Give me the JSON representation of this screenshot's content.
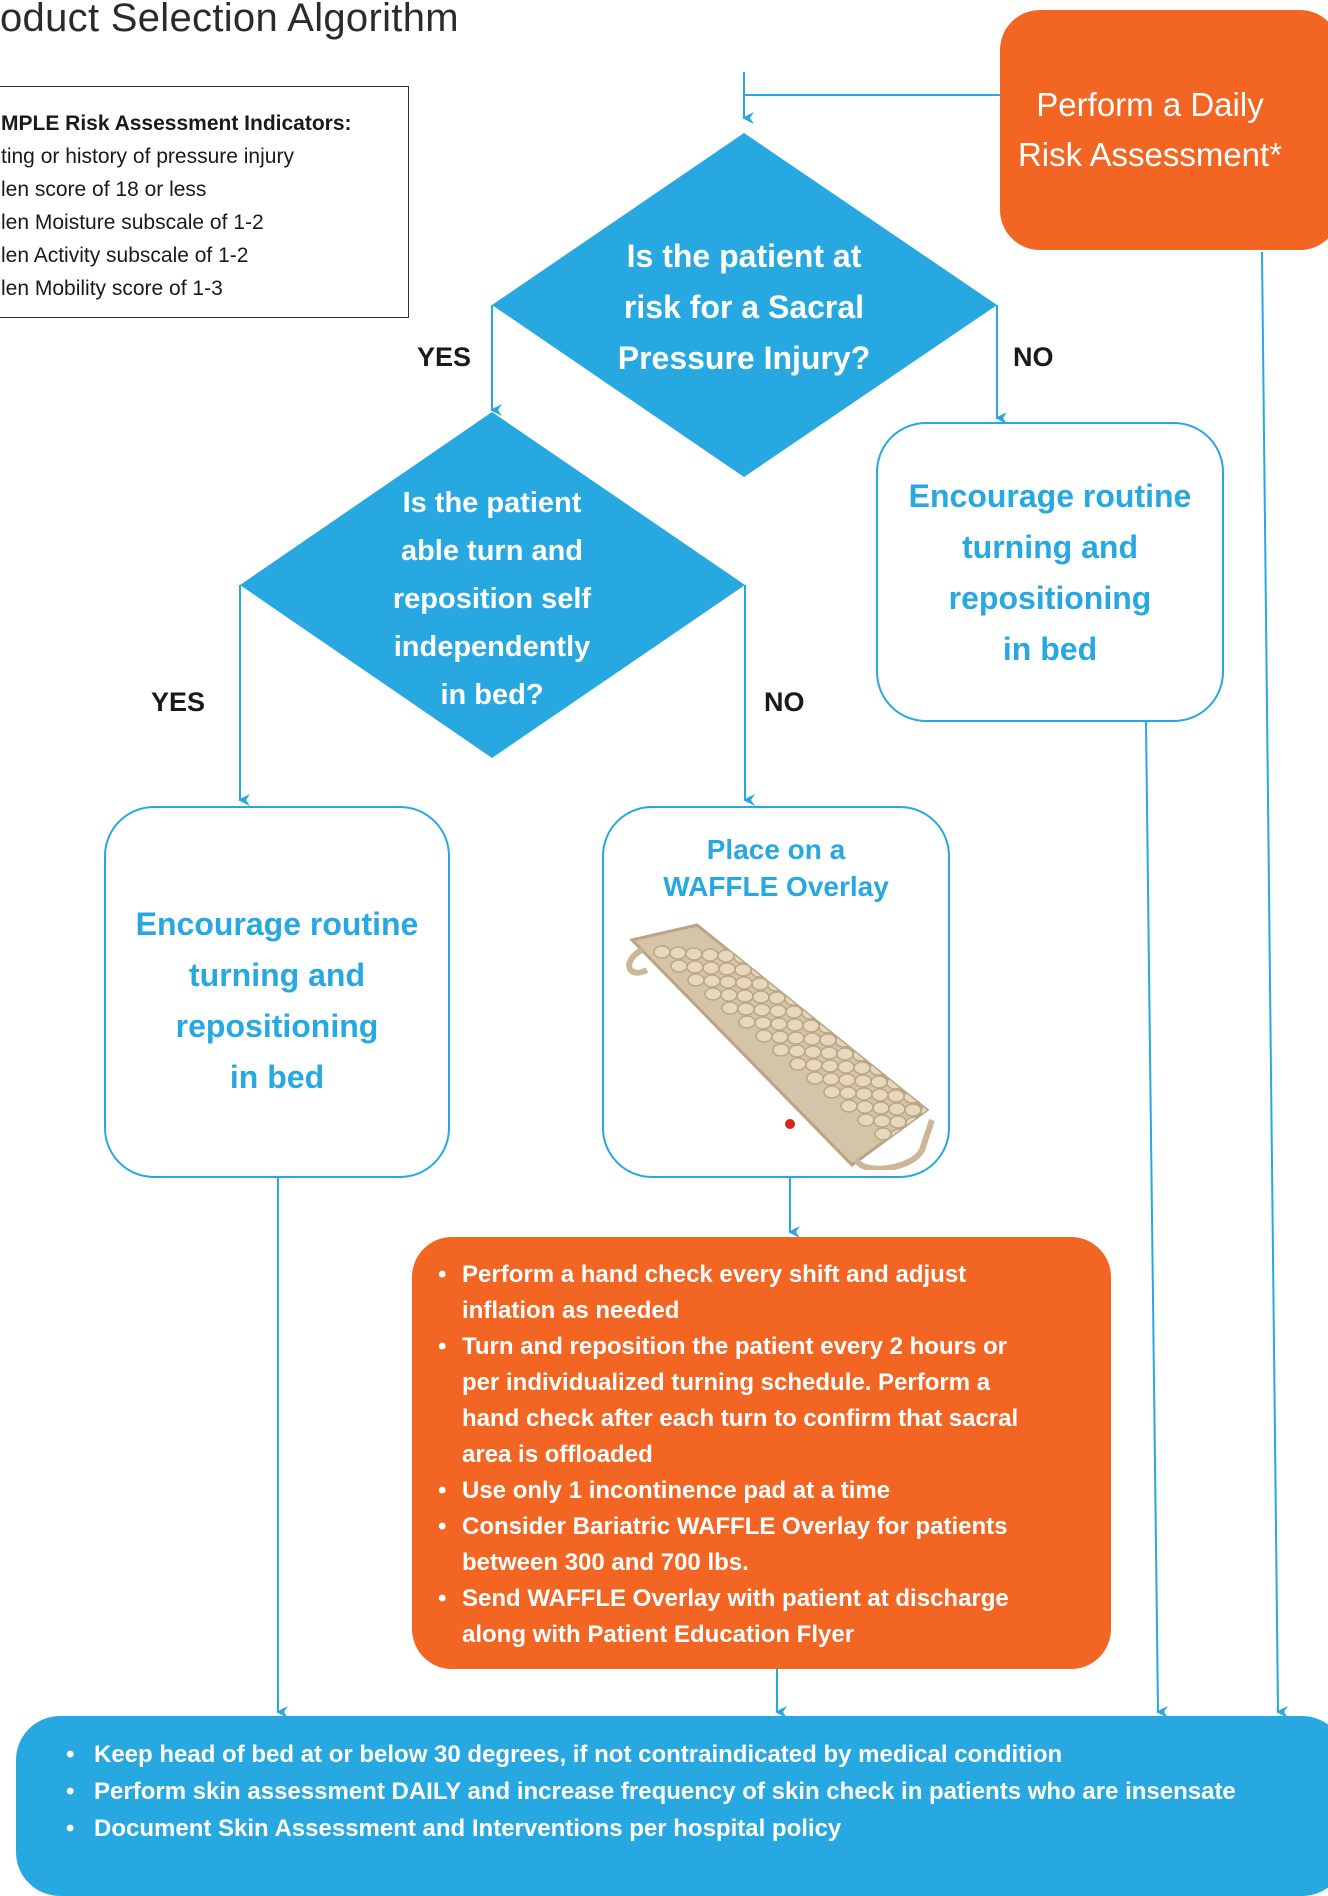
{
  "title": "oduct Selection Algorithm",
  "indicators": {
    "heading": "MPLE Risk Assessment Indicators:",
    "items": [
      "ting or history of pressure injury",
      "len score of 18 or less",
      "len Moisture subscale of 1-2",
      "len Activity subscale of 1-2",
      "len Mobility score of 1-3"
    ]
  },
  "daily_assessment": {
    "line1": "Perform a Daily",
    "line2": "Risk Assessment*"
  },
  "decision1": {
    "lines": [
      "Is the patient at",
      "risk for a Sacral",
      "Pressure Injury?"
    ],
    "yes_label": "YES",
    "no_label": "NO"
  },
  "decision2": {
    "lines": [
      "Is the patient",
      "able turn and",
      "reposition self",
      "independently",
      "in bed?"
    ],
    "yes_label": "YES",
    "no_label": "NO"
  },
  "encourage_box_right": {
    "lines": [
      "Encourage routine",
      "turning and",
      "repositioning",
      "in bed"
    ]
  },
  "encourage_box_left": {
    "lines": [
      "Encourage routine",
      "turning and",
      "repositioning",
      "in bed"
    ]
  },
  "waffle_box": {
    "lines": [
      "Place on a",
      "WAFFLE Overlay"
    ]
  },
  "care_instructions": [
    {
      "l1": "Perform a hand check every shift and adjust",
      "l2": "inflation as needed",
      "l3": "",
      "l4": ""
    },
    {
      "l1": "Turn and reposition the patient every 2 hours or",
      "l2": "per individualized turning schedule. Perform a",
      "l3": "hand check after each turn to confirm that sacral",
      "l4": "area is offloaded"
    },
    {
      "l1": "Use only 1 incontinence pad at a time",
      "l2": "",
      "l3": "",
      "l4": ""
    },
    {
      "l1": "Consider Bariatric WAFFLE Overlay for patients",
      "l2": "between 300 and 700 lbs.",
      "l3": "",
      "l4": ""
    },
    {
      "l1": "Send WAFFLE Overlay with patient at discharge",
      "l2": "along with Patient Education Flyer",
      "l3": "",
      "l4": ""
    }
  ],
  "bottom_instructions": [
    "Keep head of bed at or below 30 degrees, if not contraindicated by medical condition",
    "Perform skin assessment DAILY and increase frequency of skin check in patients who are insensate",
    "Document Skin Assessment and Interventions per hospital policy"
  ],
  "colors": {
    "orange": "#f26522",
    "blue": "#27a8e0",
    "text": "#1a1a1a"
  },
  "image": {
    "name": "waffle-overlay-mattress"
  }
}
